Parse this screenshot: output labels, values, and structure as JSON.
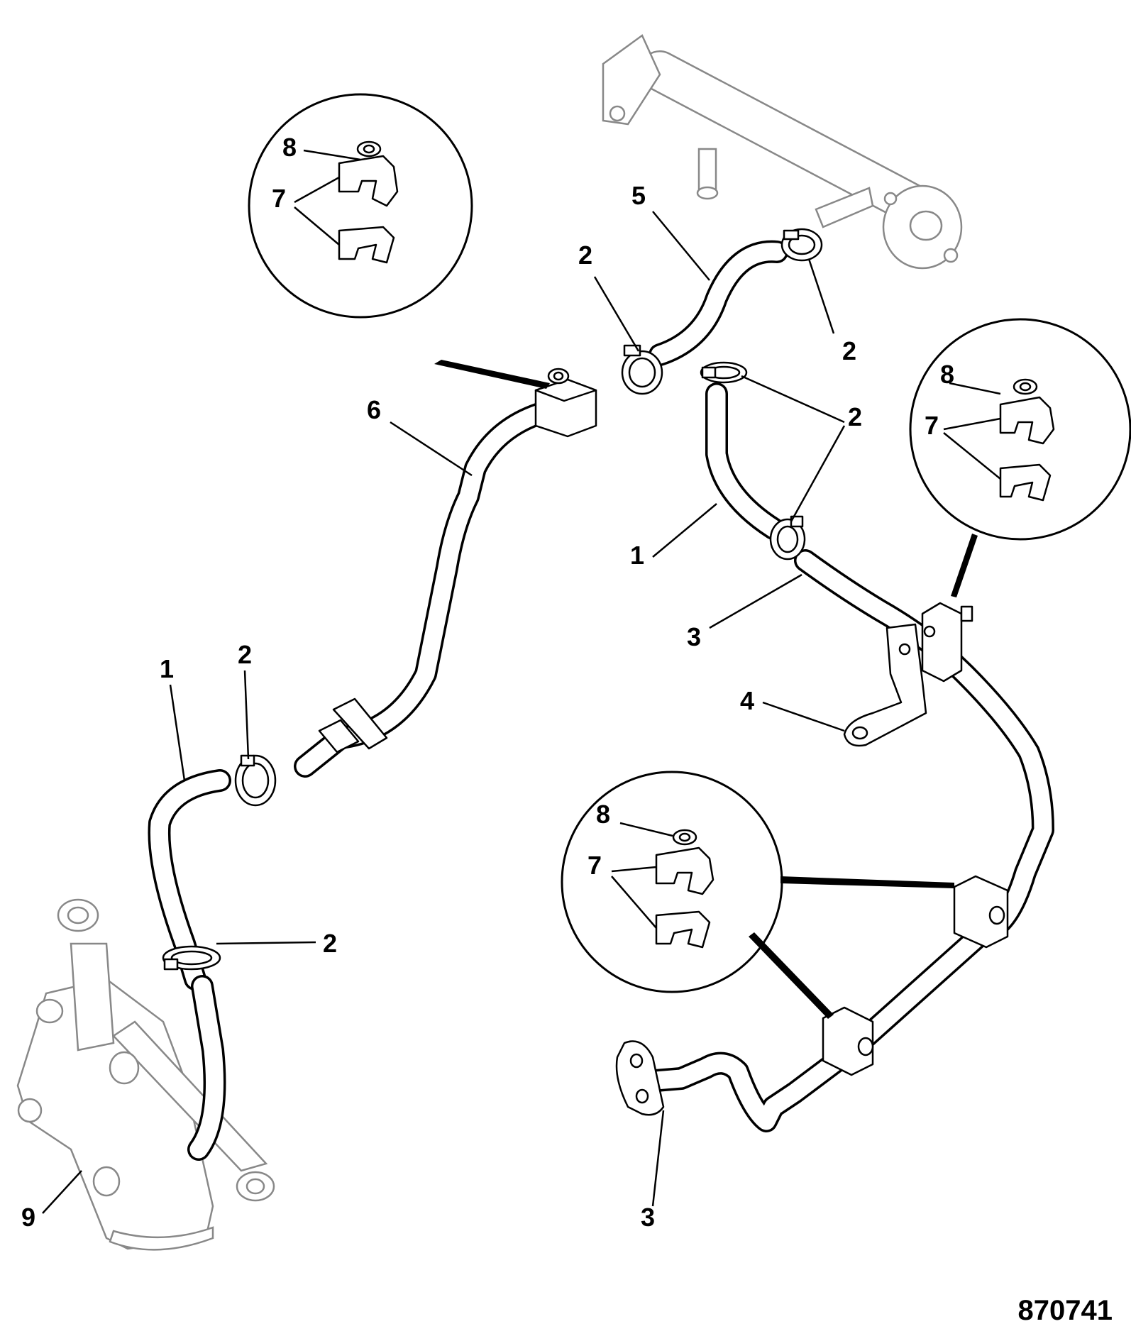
{
  "diagram": {
    "reference_number": "870741",
    "callouts": {
      "c1a": "1",
      "c1b": "1",
      "c2a": "2",
      "c2b": "2",
      "c2c": "2",
      "c2d": "2",
      "c2e": "2",
      "c3a": "3",
      "c3b": "3",
      "c4": "4",
      "c5": "5",
      "c6": "6",
      "c7a": "7",
      "c7b": "7",
      "c7c": "7",
      "c8a": "8",
      "c8b": "8",
      "c8c": "8",
      "c9": "9"
    }
  }
}
